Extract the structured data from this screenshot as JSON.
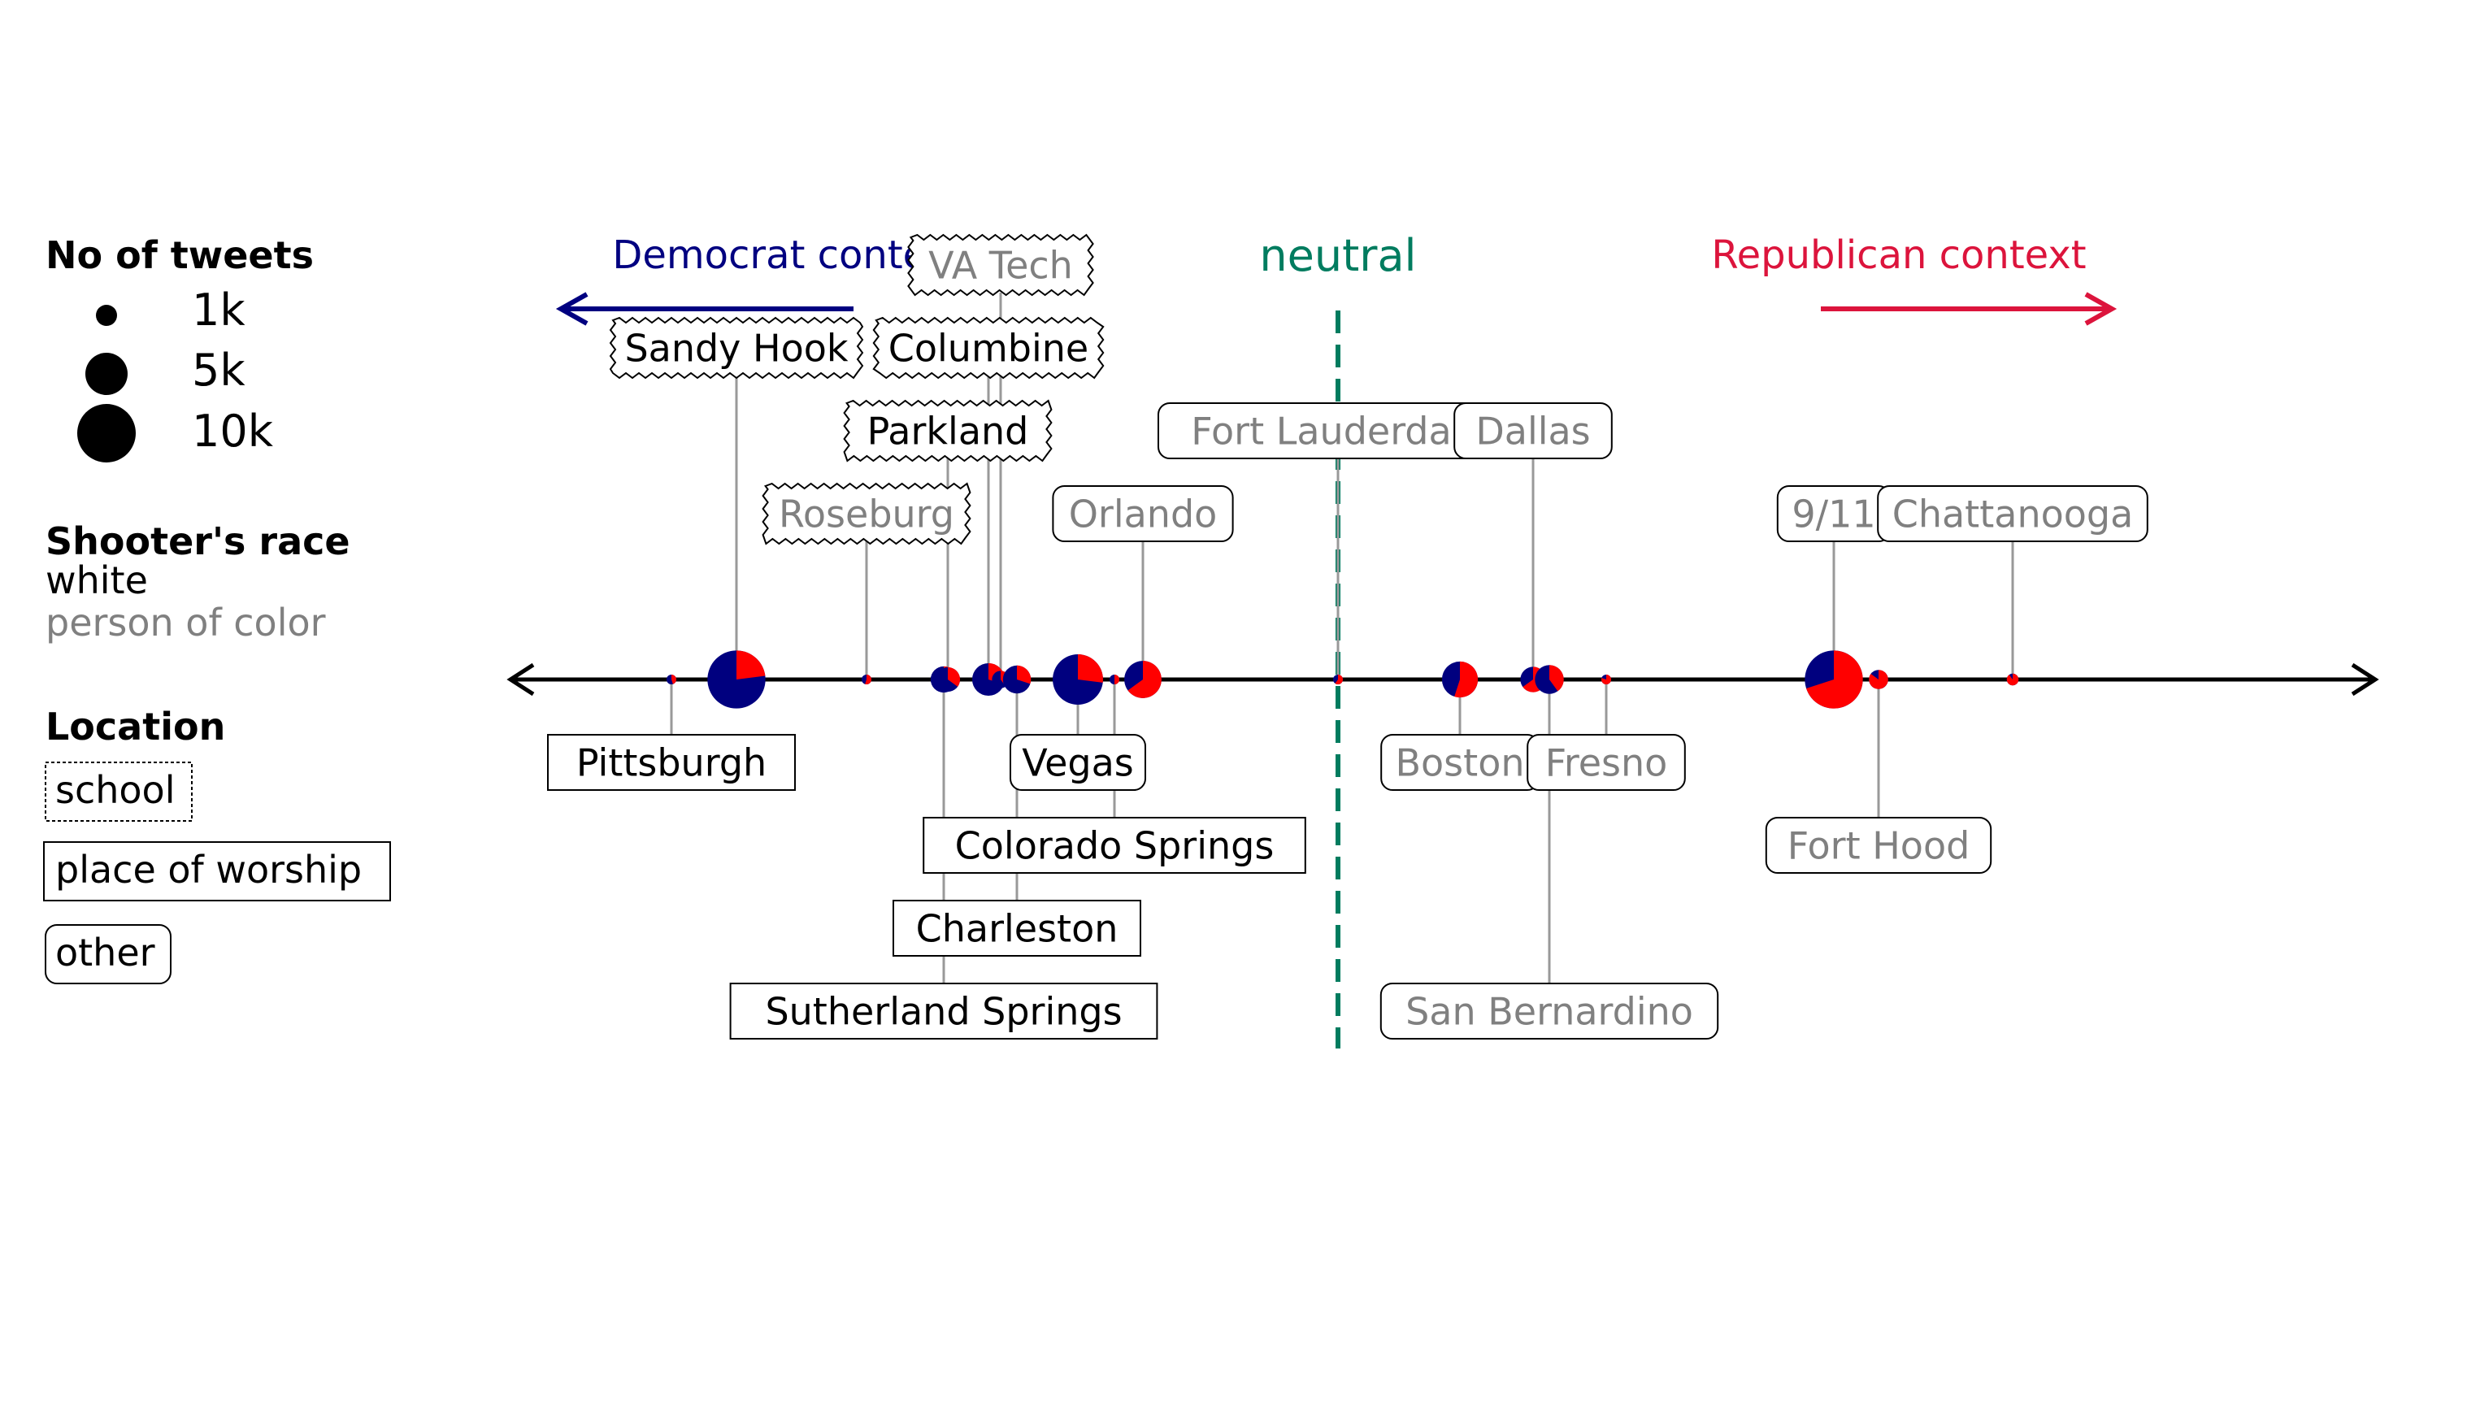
{
  "chart_data": {
    "type": "scatter",
    "legend": {
      "size_title": "No of tweets",
      "sizes": [
        {
          "label": "1k",
          "tweets": 1000
        },
        {
          "label": "5k",
          "tweets": 5000
        },
        {
          "label": "10k",
          "tweets": 10000
        }
      ],
      "race_title": "Shooter's race",
      "race_white": "white",
      "race_poc": "person of color",
      "location_title": "Location",
      "loc_school": "school",
      "loc_worship": "place of worship",
      "loc_other": "other"
    },
    "axis": {
      "dem_label": "Democrat context",
      "neutral_label": "neutral",
      "rep_label": "Republican context",
      "neutral_x": 0
    },
    "colors": {
      "democrat": "#00007f",
      "republican": "#ff0000",
      "dem_text": "#000080",
      "rep_text": "#dc143c",
      "neutral": "#007c5f",
      "white_text": "#000000",
      "poc_text": "#808080",
      "leader": "#999999",
      "axis": "#000000"
    },
    "series": [
      {
        "name": "Pittsburgh",
        "x": -0.82,
        "tweets": 120,
        "rep_share": 0.45,
        "race": "white",
        "location": "worship",
        "row": -1
      },
      {
        "name": "Sandy Hook",
        "x": -0.74,
        "tweets": 7300,
        "rep_share": 0.23,
        "race": "white",
        "location": "school",
        "row": 4
      },
      {
        "name": "Roseburg",
        "x": -0.58,
        "tweets": 150,
        "rep_share": 0.55,
        "race": "poc",
        "location": "school",
        "row": 2
      },
      {
        "name": "Sutherland Springs",
        "x": -0.485,
        "tweets": 1500,
        "rep_share": 0.3,
        "race": "white",
        "location": "worship",
        "row": -4
      },
      {
        "name": "Parkland",
        "x": -0.48,
        "tweets": 1300,
        "rep_share": 0.35,
        "race": "white",
        "location": "school",
        "row": 3
      },
      {
        "name": "Columbine",
        "x": -0.43,
        "tweets": 2300,
        "rep_share": 0.3,
        "race": "white",
        "location": "school",
        "row": 4
      },
      {
        "name": "VA Tech",
        "x": -0.415,
        "tweets": 650,
        "rep_share": 0.4,
        "race": "poc",
        "location": "school",
        "row": 5
      },
      {
        "name": "Charleston",
        "x": -0.395,
        "tweets": 1700,
        "rep_share": 0.3,
        "race": "white",
        "location": "worship",
        "row": -3
      },
      {
        "name": "Vegas",
        "x": -0.32,
        "tweets": 5500,
        "rep_share": 0.27,
        "race": "white",
        "location": "other",
        "row": -1
      },
      {
        "name": "Colorado Springs",
        "x": -0.275,
        "tweets": 180,
        "rep_share": 0.5,
        "race": "white",
        "location": "worship",
        "row": -2
      },
      {
        "name": "Orlando",
        "x": -0.24,
        "tweets": 3000,
        "rep_share": 0.65,
        "race": "poc",
        "location": "other",
        "row": 2
      },
      {
        "name": "Fort Lauderdale",
        "x": 0.0,
        "tweets": 110,
        "rep_share": 0.6,
        "race": "poc",
        "location": "other",
        "row": 3
      },
      {
        "name": "Boston",
        "x": 0.15,
        "tweets": 2800,
        "rep_share": 0.55,
        "race": "poc",
        "location": "other",
        "row": -1
      },
      {
        "name": "Dallas",
        "x": 0.24,
        "tweets": 1400,
        "rep_share": 0.65,
        "race": "poc",
        "location": "other",
        "row": 3
      },
      {
        "name": "San Bernardino",
        "x": 0.26,
        "tweets": 1800,
        "rep_share": 0.4,
        "race": "poc",
        "location": "other",
        "row": -4
      },
      {
        "name": "Fresno",
        "x": 0.33,
        "tweets": 200,
        "rep_share": 0.8,
        "race": "poc",
        "location": "other",
        "row": -1
      },
      {
        "name": "9/11",
        "x": 0.61,
        "tweets": 7300,
        "rep_share": 0.7,
        "race": "poc",
        "location": "other",
        "row": 2
      },
      {
        "name": "Fort Hood",
        "x": 0.665,
        "tweets": 800,
        "rep_share": 0.85,
        "race": "poc",
        "location": "other",
        "row": -2
      },
      {
        "name": "Chattanooga",
        "x": 0.83,
        "tweets": 300,
        "rep_share": 0.9,
        "race": "poc",
        "location": "other",
        "row": 2
      }
    ]
  }
}
